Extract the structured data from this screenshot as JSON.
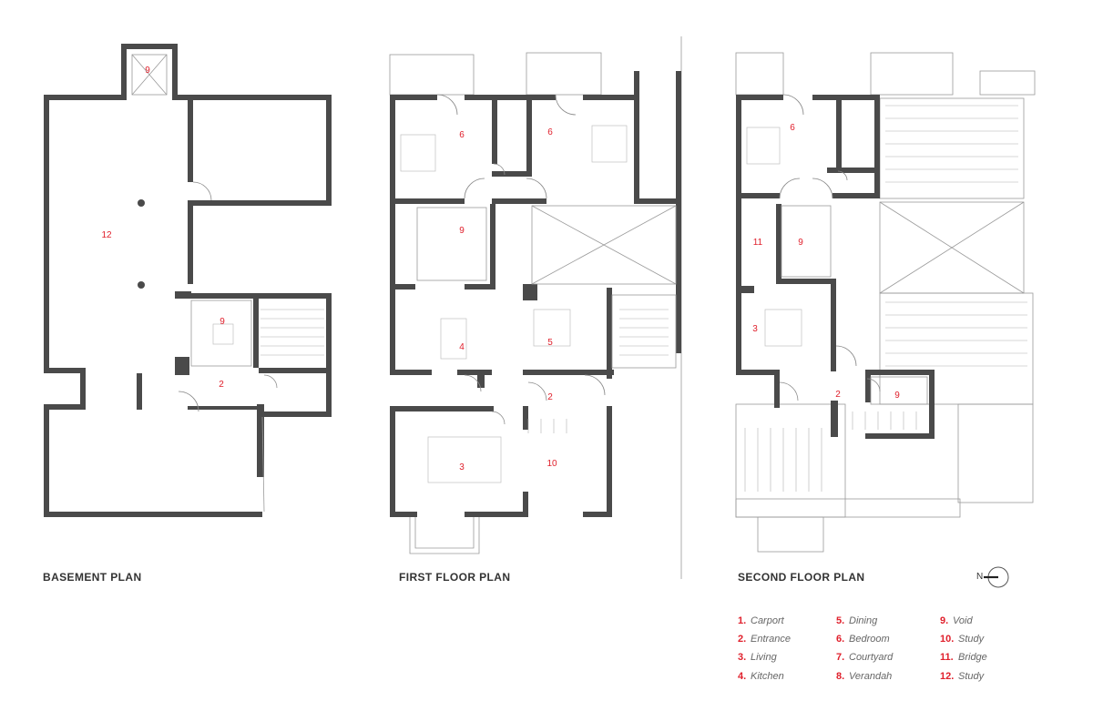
{
  "plans": [
    {
      "title": "BASEMENT PLAN"
    },
    {
      "title": "FIRST FLOOR PLAN"
    },
    {
      "title": "SECOND FLOOR PLAN"
    }
  ],
  "room_labels": {
    "basement": [
      "9",
      "12",
      "9",
      "2"
    ],
    "first": [
      "6",
      "6",
      "9",
      "4",
      "5",
      "2",
      "3",
      "10"
    ],
    "second": [
      "6",
      "11",
      "9",
      "3",
      "2",
      "9"
    ]
  },
  "north_label": "N",
  "legend": [
    {
      "num": "1.",
      "label": "Carport"
    },
    {
      "num": "2.",
      "label": "Entrance"
    },
    {
      "num": "3.",
      "label": "Living"
    },
    {
      "num": "4.",
      "label": "Kitchen"
    },
    {
      "num": "5.",
      "label": "Dining"
    },
    {
      "num": "6.",
      "label": "Bedroom"
    },
    {
      "num": "7.",
      "label": "Courtyard"
    },
    {
      "num": "8.",
      "label": "Verandah"
    },
    {
      "num": "9.",
      "label": "Void"
    },
    {
      "num": "10.",
      "label": "Study"
    },
    {
      "num": "11.",
      "label": "Bridge"
    },
    {
      "num": "12.",
      "label": "Study"
    }
  ],
  "colors": {
    "wall": "#4a4a4a",
    "label": "#e0202c",
    "line": "#9a9a9a"
  }
}
